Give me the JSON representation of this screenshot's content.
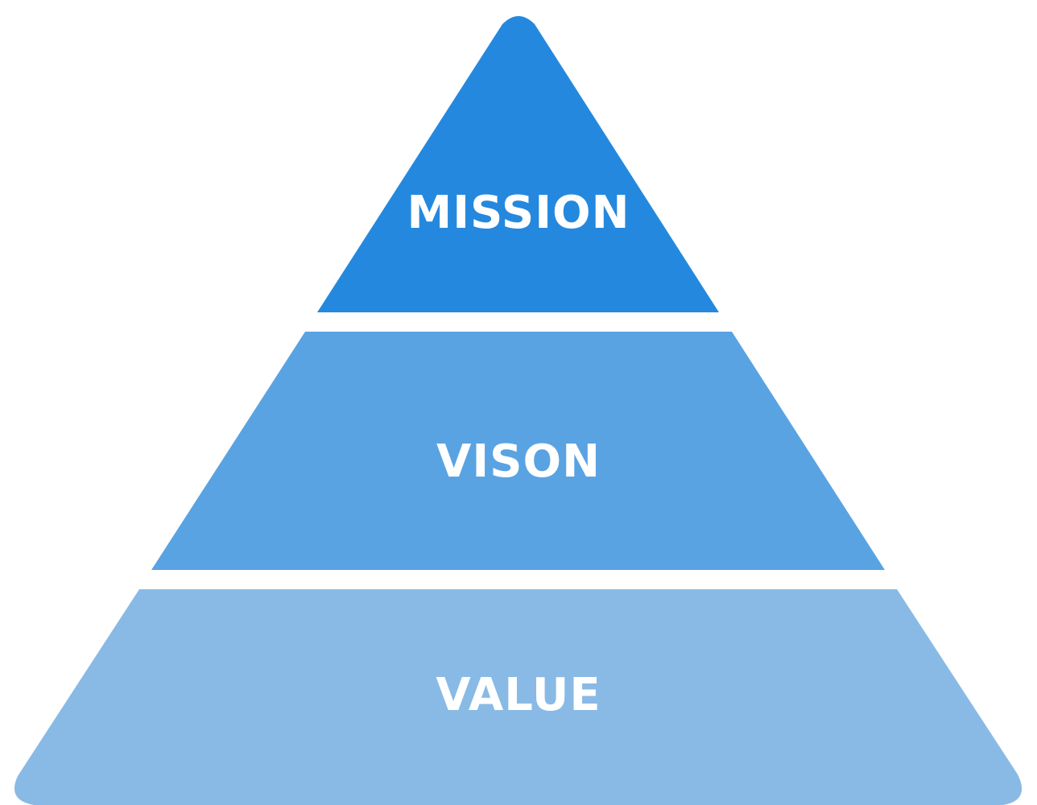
{
  "pyramid": {
    "tiers": [
      {
        "label": "MISSION",
        "color": "#2489DE"
      },
      {
        "label": "VISON",
        "color": "#59A3E3"
      },
      {
        "label": "VALUE",
        "color": "#89BAE6"
      }
    ],
    "background": "#FFFFFF",
    "label_color": "#FFFFFF"
  }
}
